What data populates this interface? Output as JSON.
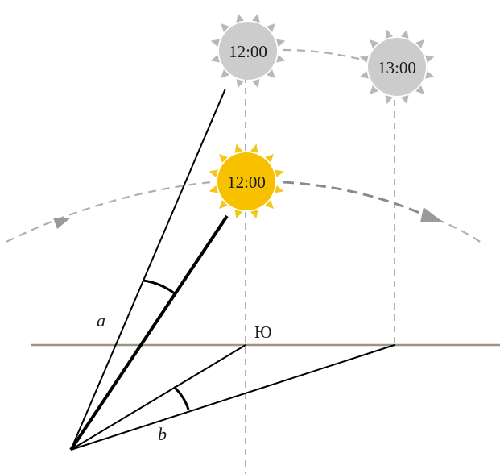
{
  "sun_high": {
    "time_label": "12:00",
    "color": "#cccccc",
    "ray_color": "#b8b8b8"
  },
  "sun_later": {
    "time_label": "13:00",
    "color": "#cccccc",
    "ray_color": "#b8b8b8"
  },
  "sun_current": {
    "time_label": "12:00",
    "color": "#f7c100",
    "ray_color": "#f5c518"
  },
  "labels": {
    "angle_a": "a",
    "angle_b": "b",
    "south": "Ю"
  },
  "colors": {
    "horizon": "#9e9287",
    "dashed": "#b0b0b0",
    "path_arrow": "#9a9a9a",
    "line": "#000000"
  }
}
